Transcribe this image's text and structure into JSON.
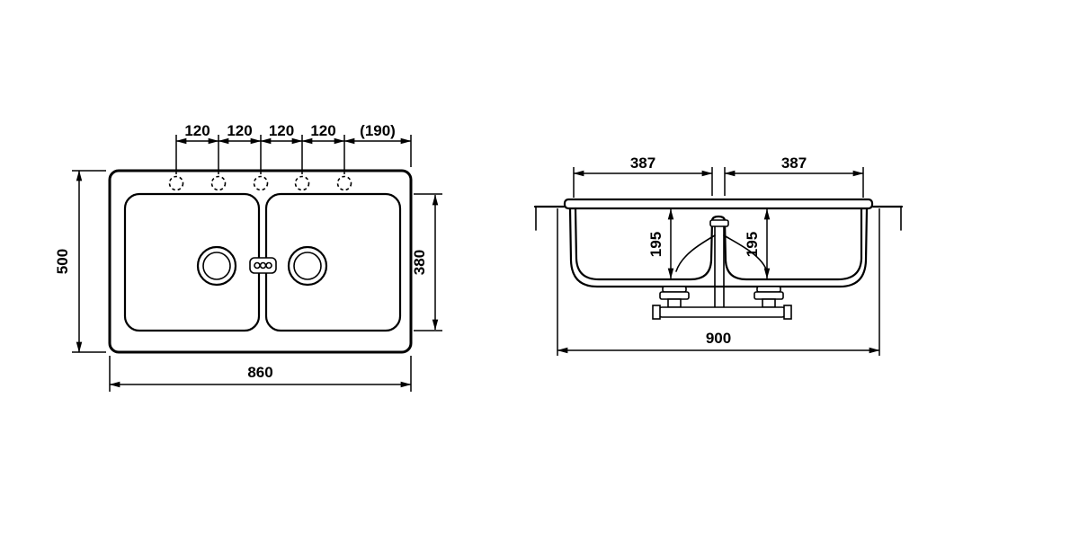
{
  "colors": {
    "line": "#000000",
    "background": "#ffffff"
  },
  "top_view": {
    "hole_spacings": [
      "120",
      "120",
      "120",
      "120"
    ],
    "edge_offset": "(190)",
    "overall_width": "860",
    "overall_depth": "500",
    "bowl_span": "380"
  },
  "section_view": {
    "left_bowl_width": "387",
    "right_bowl_width": "387",
    "left_bowl_depth": "195",
    "right_bowl_depth": "195",
    "overall_length": "900"
  }
}
